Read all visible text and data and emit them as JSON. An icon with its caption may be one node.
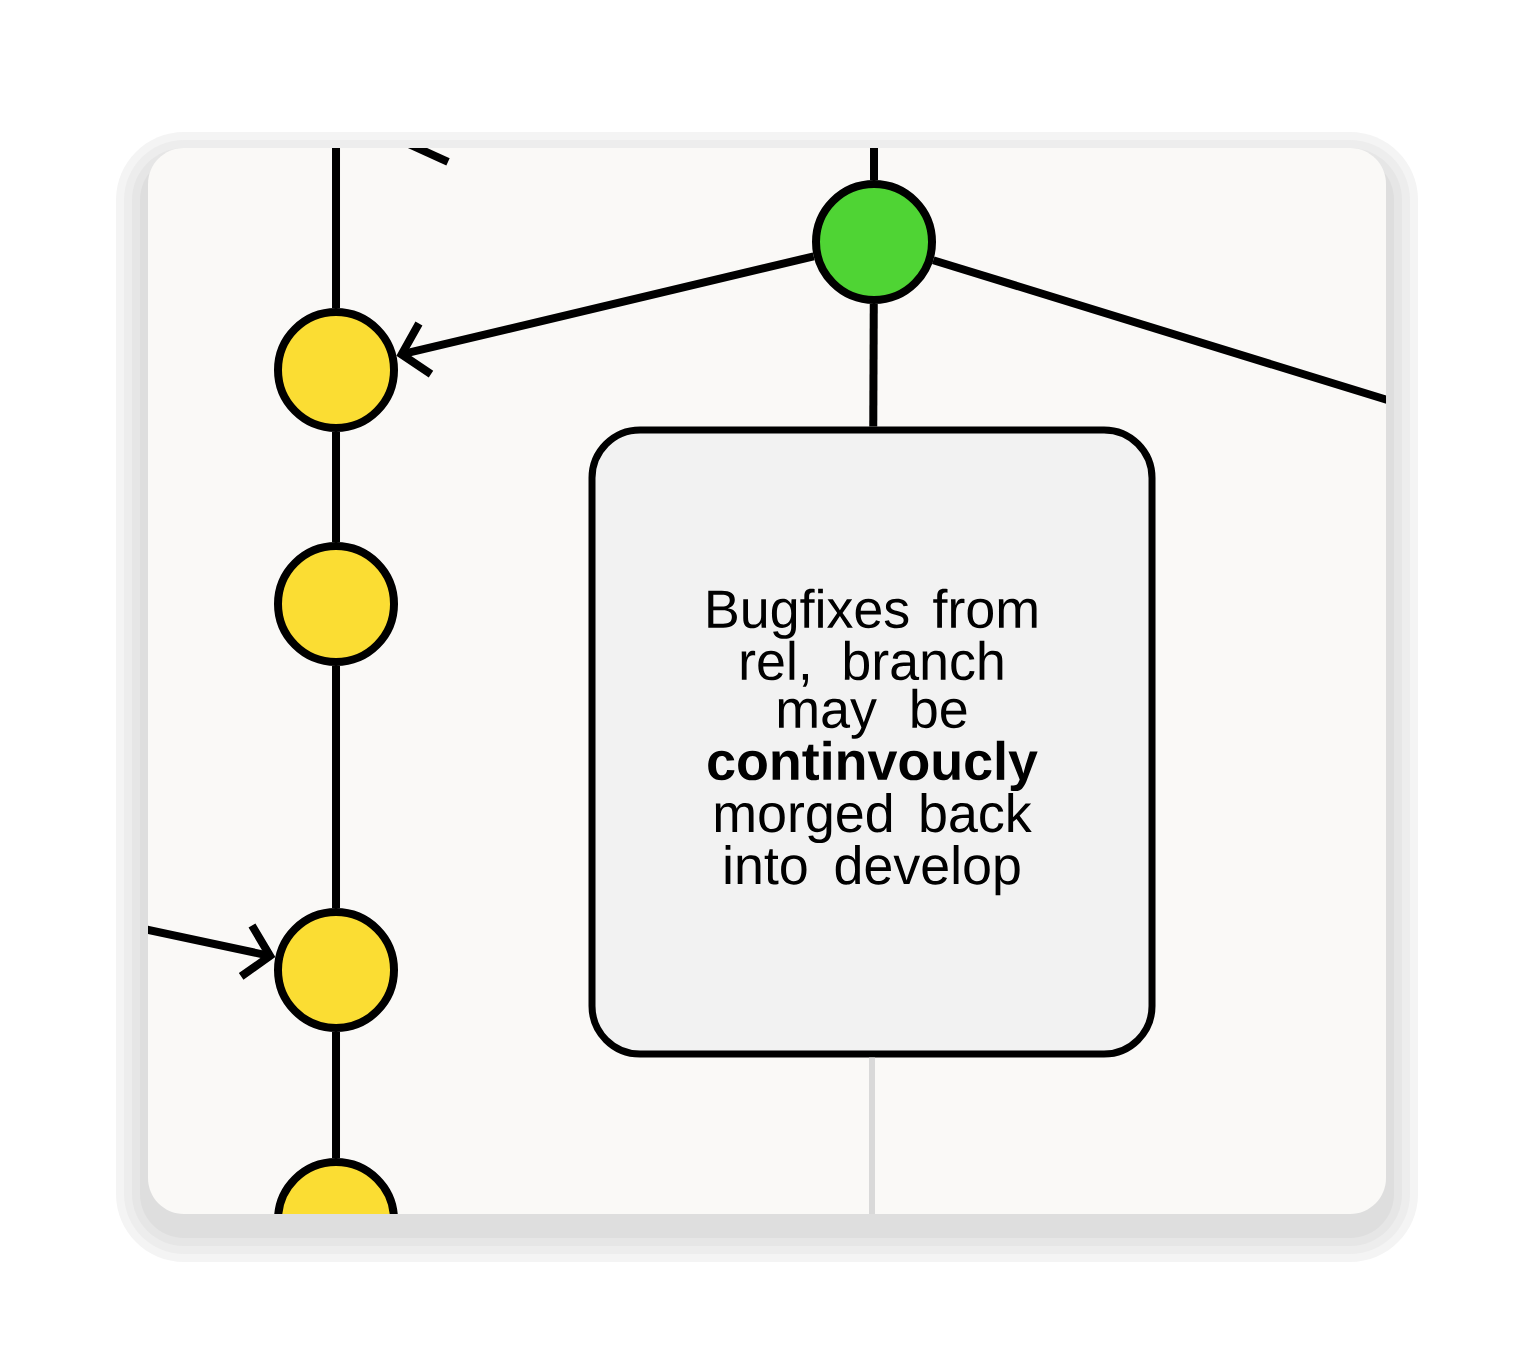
{
  "diagram": {
    "nodes": [
      {
        "text": [],
        "shape": "circle"
      },
      {
        "text": [],
        "shape": "circle"
      },
      {
        "text": [],
        "shape": "circle"
      },
      {
        "text": [],
        "shape": "circle"
      },
      {
        "text": [],
        "shape": "circle"
      },
      {
        "text": [
          "Bugfixes from rel, branch may be **continvoucly** morged back into develop"
        ]
      }
    ],
    "edges": [
      {
        "from": null,
        "to": 0,
        "arrow": "none"
      },
      {
        "from": 0,
        "to": 1,
        "arrow": "none"
      },
      {
        "from": 1,
        "to": 2,
        "arrow": "none"
      },
      {
        "from": 2,
        "to": 3,
        "arrow": "none"
      },
      {
        "from": 4,
        "to": 0,
        "arrow": "to"
      },
      {
        "from": null,
        "to": 4,
        "arrow": "none"
      },
      {
        "from": 4,
        "to": 5,
        "arrow": "none"
      },
      {
        "from": 4,
        "to": null,
        "arrow": "none"
      },
      {
        "from": null,
        "to": 2,
        "arrow": "to"
      },
      {
        "from": 5,
        "to": null,
        "arrow": "none",
        "color": "#d9d9d9"
      }
    ]
  }
}
